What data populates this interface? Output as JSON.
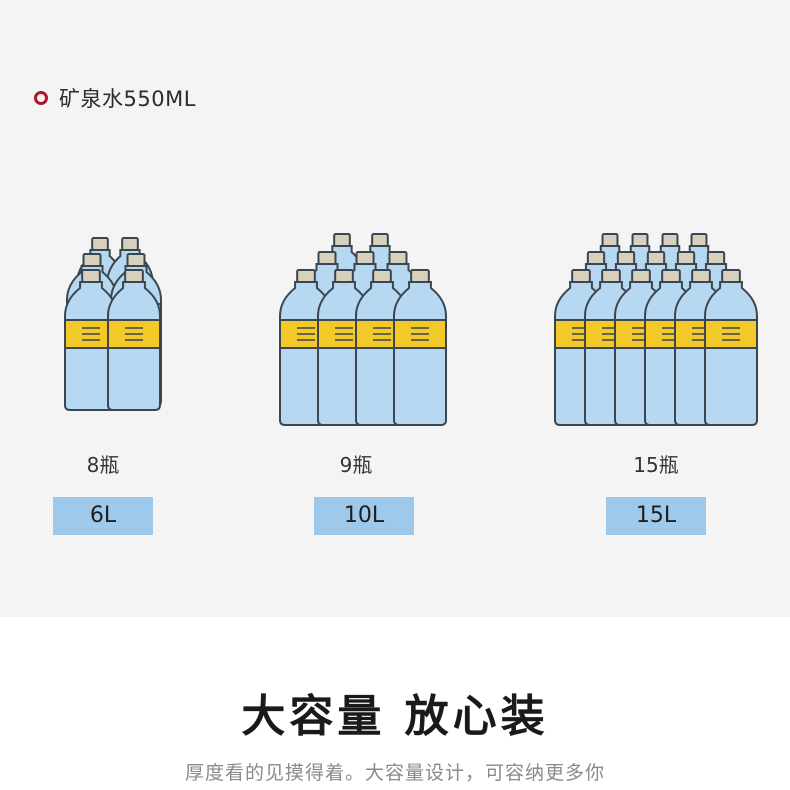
{
  "legend": {
    "label": "矿泉水550ML",
    "dot_color": "#b3122a"
  },
  "packs": [
    {
      "count_label": "8瓶",
      "volume_label": "6L",
      "bottles": 8
    },
    {
      "count_label": "9瓶",
      "volume_label": "10L",
      "bottles": 9
    },
    {
      "count_label": "15瓶",
      "volume_label": "15L",
      "bottles": 15
    }
  ],
  "colors": {
    "bottle_fill": "#b6d8f0",
    "bottle_stroke": "#3b4650",
    "cap_fill": "#d6d0bd",
    "label_band": "#f3c829",
    "volume_badge": "#9ec9ea"
  },
  "headline": "大容量 放心装",
  "subline": "厚度看的见摸得着。大容量设计，可容纳更多你"
}
